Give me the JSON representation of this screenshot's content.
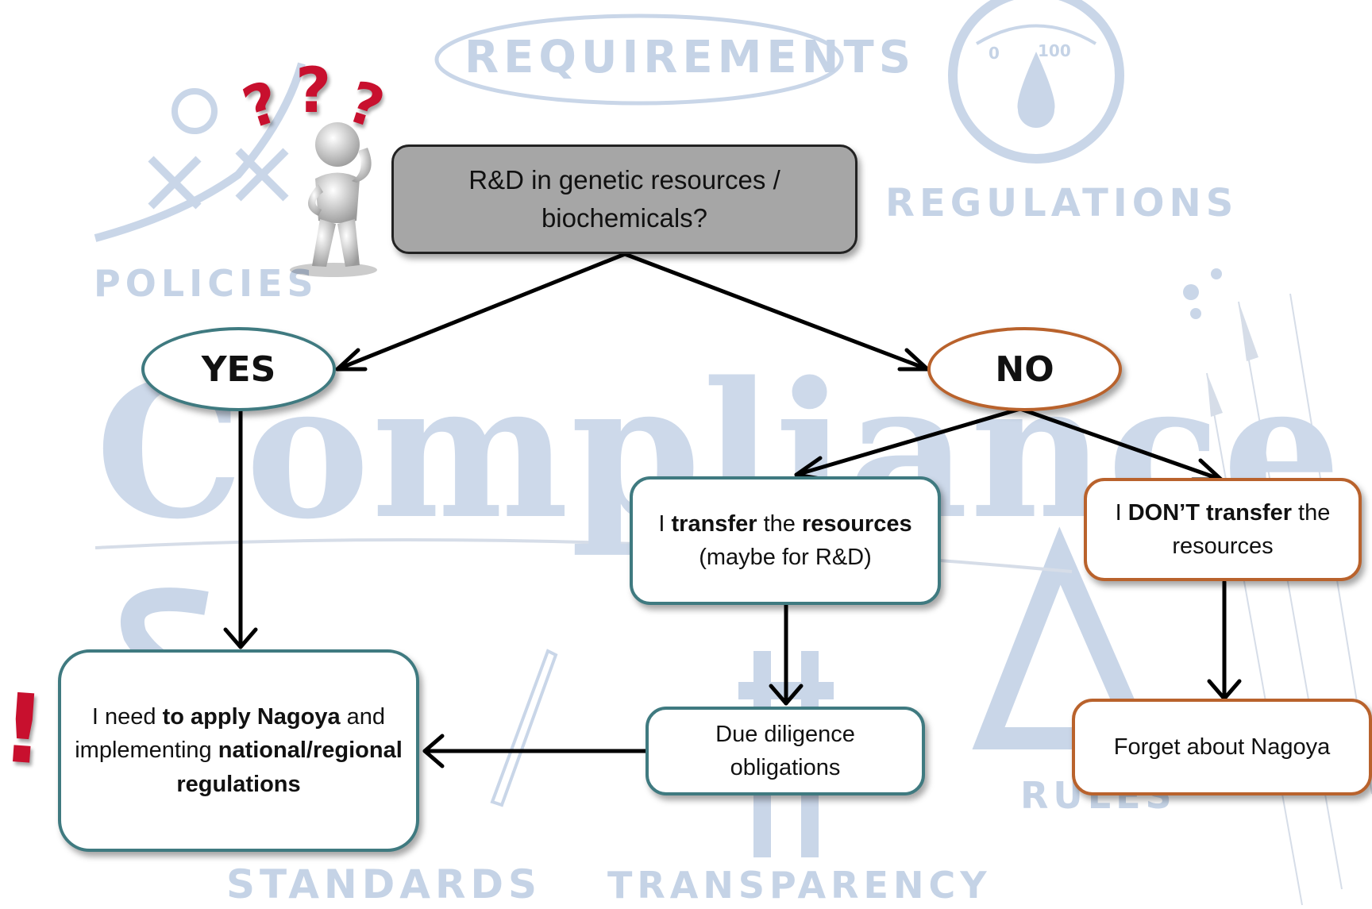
{
  "background_words": {
    "requirements": "REQUIREMENTS",
    "regulations": "REGULATIONS",
    "policies": "POLICIES",
    "compliance": "Compliance",
    "standards": "STANDARDS",
    "transparency": "TRANSPARENCY",
    "rules": "RULES",
    "gauge_min": "0",
    "gauge_max": "100"
  },
  "question_marks": [
    "?",
    "?",
    "?"
  ],
  "exclamation": "!",
  "nodes": {
    "start": "R&D in genetic resources / biochemicals?",
    "yes": "YES",
    "no": "NO",
    "transfer": {
      "pre": "I ",
      "b1": "transfer",
      "mid": " the ",
      "b2": "resources",
      "post": " (maybe for R&D)"
    },
    "dont_transfer": {
      "pre": "I ",
      "b1": "DON’T transfer",
      "post": " the resources"
    },
    "apply": {
      "pre": "I need ",
      "b1": "to apply Nagoya",
      "mid": " and implementing ",
      "b2": "national/regional regulations"
    },
    "due_diligence": "Due diligence obligations",
    "forget": "Forget about Nagoya"
  },
  "colors": {
    "teal": "#3f7a80",
    "orange": "#b9622c",
    "start_fill": "#a6a6a6",
    "arrow": "#000000",
    "accent_red": "#c8102e",
    "background_sketch": "#c5d3e6"
  }
}
